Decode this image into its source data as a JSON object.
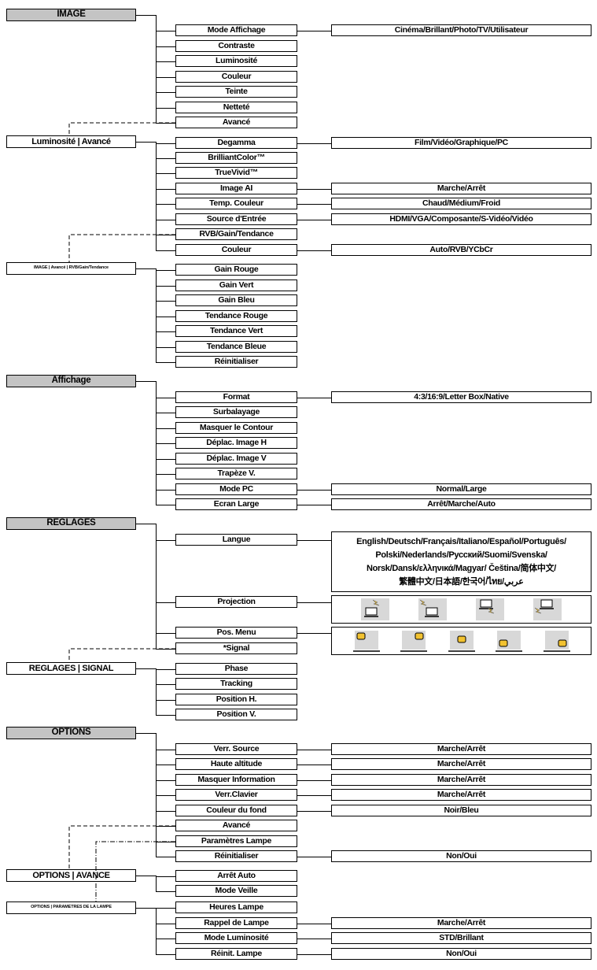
{
  "groups": [
    {
      "id": "image",
      "title": "IMAGE",
      "items": [
        {
          "label": "Mode Affichage",
          "option": "Cinéma/Brillant/Photo/TV/Utilisateur"
        },
        {
          "label": "Contraste"
        },
        {
          "label": "Luminosité"
        },
        {
          "label": "Couleur"
        },
        {
          "label": "Teinte"
        },
        {
          "label": "Netteté"
        },
        {
          "label": "Avancé"
        }
      ]
    },
    {
      "id": "image-advanced",
      "title": "Luminosité | Avancé",
      "items": [
        {
          "label": "Degamma",
          "option": "Film/Vidéo/Graphique/PC"
        },
        {
          "label": "BrilliantColor™"
        },
        {
          "label": "TrueVivid™"
        },
        {
          "label": "Image AI",
          "option": "Marche/Arrêt"
        },
        {
          "label": "Temp. Couleur",
          "option": "Chaud/Médium/Froid"
        },
        {
          "label": "Source d'Entrée",
          "option": "HDMI/VGA/Composante/S-Vidéo/Vidéo"
        },
        {
          "label": "RVB/Gain/Tendance"
        },
        {
          "label": "Couleur",
          "option": "Auto/RVB/YCbCr"
        }
      ]
    },
    {
      "id": "image-rgb",
      "title": "IMAGE  | Avancé | RVB/Gain/Tendance",
      "items": [
        {
          "label": "Gain Rouge"
        },
        {
          "label": "Gain Vert"
        },
        {
          "label": "Gain Bleu"
        },
        {
          "label": "Tendance Rouge"
        },
        {
          "label": "Tendance Vert"
        },
        {
          "label": "Tendance Bleue"
        },
        {
          "label": "Réinitialiser"
        }
      ]
    },
    {
      "id": "display",
      "title": "Affichage",
      "items": [
        {
          "label": "Format",
          "option": "4:3/16:9/Letter Box/Native"
        },
        {
          "label": "Surbalayage"
        },
        {
          "label": "Masquer le Contour"
        },
        {
          "label": "Déplac. Image H"
        },
        {
          "label": "Déplac. Image V"
        },
        {
          "label": "Trapèze V."
        },
        {
          "label": "Mode PC",
          "option": "Normal/Large"
        },
        {
          "label": "Ecran Large",
          "option": "Arrêt/Marche/Auto"
        }
      ]
    },
    {
      "id": "settings",
      "title": "REGLAGES",
      "items": [
        {
          "label": "Langue"
        },
        {
          "label": "Projection"
        },
        {
          "label": "Pos. Menu"
        },
        {
          "label": "*Signal"
        }
      ],
      "langue_lines": [
        "English/Deutsch/Français/Italiano/Español/Português/",
        "Polski/Nederlands/Русский/Suomi/Svenska/",
        "Norsk/Dansk/ελληνικά/Magyar/  Čeština/简体中文/",
        "繁體中文/日本語/한국어/ไทย/عربي"
      ],
      "projection_icons": [
        "projection-front-desk-icon",
        "projection-rear-desk-icon",
        "projection-front-ceiling-icon",
        "projection-rear-ceiling-icon"
      ],
      "menu_position_icons": [
        "menu-pos-top-left-icon",
        "menu-pos-top-right-icon",
        "menu-pos-center-icon",
        "menu-pos-bottom-left-icon",
        "menu-pos-bottom-right-icon"
      ]
    },
    {
      "id": "signal",
      "title": "REGLAGES | SIGNAL",
      "items": [
        {
          "label": "Phase"
        },
        {
          "label": "Tracking"
        },
        {
          "label": "Position H."
        },
        {
          "label": "Position V."
        }
      ]
    },
    {
      "id": "options",
      "title": "OPTIONS",
      "items": [
        {
          "label": "Verr. Source",
          "option": "Marche/Arrêt"
        },
        {
          "label": "Haute altitude",
          "option": "Marche/Arrêt"
        },
        {
          "label": "Masquer Information",
          "option": "Marche/Arrêt"
        },
        {
          "label": "Verr.Clavier",
          "option": "Marche/Arrêt"
        },
        {
          "label": "Couleur du fond",
          "option": "Noir/Bleu"
        },
        {
          "label": "Avancé"
        },
        {
          "label": "Paramètres Lampe"
        },
        {
          "label": "Réinitialiser",
          "option": "Non/Oui"
        }
      ]
    },
    {
      "id": "options-advanced",
      "title": "OPTIONS | AVANCE",
      "items": [
        {
          "label": "Arrêt Auto"
        },
        {
          "label": "Mode Veille"
        }
      ]
    },
    {
      "id": "lamp-settings",
      "title": "OPTIONS | PARAMETRES DE LA LAMPE",
      "items": [
        {
          "label": "Heures Lampe"
        },
        {
          "label": "Rappel de Lampe",
          "option": "Marche/Arrêt"
        },
        {
          "label": "Mode Luminosité",
          "option": "STD/Brillant"
        },
        {
          "label": "Réinit. Lampe",
          "option": "Non/Oui"
        }
      ]
    }
  ],
  "colors": {
    "section_fill": "#c4c4c4",
    "line": "#000000",
    "icon_fill": "#f2c230"
  }
}
